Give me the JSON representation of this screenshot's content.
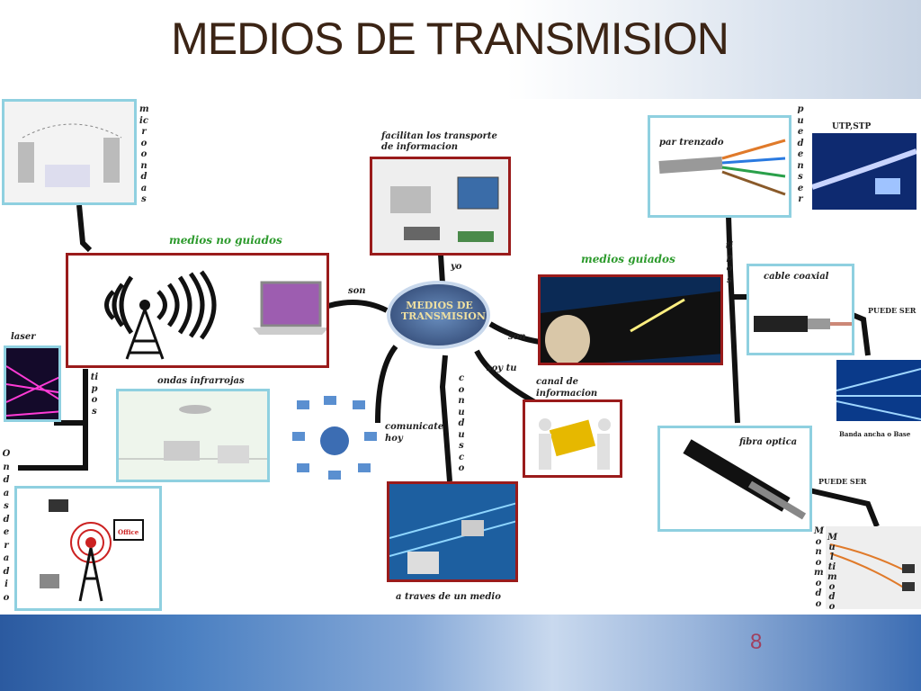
{
  "slide": {
    "title": "MEDIOS DE TRANSMISION",
    "page_number": "8"
  },
  "center": {
    "label": "MEDIOS DE TRANSMISION"
  },
  "labels": {
    "microondas": "microondas",
    "medios_no_guiados": "medios no guiados",
    "facilitan": "facilitan los transporte de informacion",
    "yo": "yo",
    "son_left": "son",
    "son_right": "son",
    "soy_tu": "soy tu",
    "conudusco": "conudusco",
    "comunicate_hoy": "comunicate hoy",
    "a_traves": "a traves de un medio",
    "medios_guiados": "medios guiados",
    "canal": "canal de informacion",
    "laser": "laser",
    "ondas_infrarrojas": "ondas infrarrojas",
    "tipos_left": "tipos",
    "ondas_de_radio": "Ondasderadio",
    "par_trenzado": "par trenzado",
    "pueden_ser": "puedenser",
    "utp_stp": "UTP,STP",
    "tipos_right": "tipos",
    "cable_coaxial": "cable coaxial",
    "puede_ser_1": "PUEDE SER",
    "banda_ancha": "Banda ancha o Base",
    "fibra_optica": "fibra optica",
    "puede_ser_2": "PUEDE SER",
    "monomodo": "Monomodo",
    "multimodo": "Mul timodo",
    "office": "Office"
  },
  "colors": {
    "title": "#3b2415",
    "box_blue": "#8fd0e0",
    "box_red": "#9a1b1b",
    "label_green": "#2c9a2c",
    "page_num": "#a0405f"
  }
}
